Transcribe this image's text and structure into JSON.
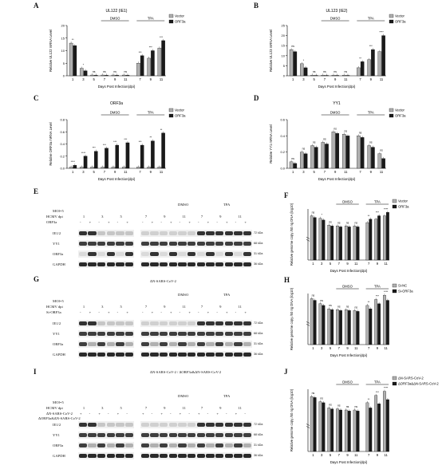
{
  "panels": {
    "A": {
      "letter": "A",
      "title": "UL122 (IE1)",
      "ylabel": "Relative UL122 mRNA Level",
      "xlabel": "Days Post Infection(dpi)",
      "legend": [
        "Vector",
        "ORF3a"
      ],
      "groups": [
        "DMSO",
        "TPA"
      ],
      "sig": [
        "**",
        "*",
        "ns",
        "ns",
        "ns",
        "ns",
        "***",
        "***",
        "***"
      ],
      "chart_data": {
        "type": "bar",
        "categories": [
          "1",
          "3",
          "5",
          "7",
          "9",
          "11",
          "7",
          "9",
          "11"
        ],
        "series": [
          {
            "name": "Vector",
            "values": [
              13,
              3,
              0.3,
              0.3,
              0.3,
              0.3,
              5,
              7,
              11
            ]
          },
          {
            "name": "ORF3a",
            "values": [
              12,
              2,
              0.2,
              0.2,
              0.2,
              0.2,
              8,
              10,
              14
            ]
          }
        ],
        "ylim": [
          0,
          20
        ],
        "yticks": [
          "0",
          "5",
          "10",
          "15",
          "20"
        ]
      }
    },
    "B": {
      "letter": "B",
      "title": "UL123 (IE2)",
      "ylabel": "Relative UL123 mRNA Level",
      "xlabel": "Days Post Infection(dpi)",
      "legend": [
        "Vector",
        "ORF3a"
      ],
      "groups": [
        "DMSO",
        "TPA"
      ],
      "sig": [
        "ns",
        "*",
        "ns",
        "ns",
        "ns",
        "ns",
        "**",
        "***",
        "****"
      ],
      "chart_data": {
        "type": "bar",
        "categories": [
          "1",
          "3",
          "5",
          "7",
          "9",
          "11",
          "7",
          "9",
          "11"
        ],
        "series": [
          {
            "name": "Vector",
            "values": [
              13,
              6,
              0.3,
              0.3,
              0.3,
              0.3,
              4,
              8,
              12
            ]
          },
          {
            "name": "ORF3a",
            "values": [
              12,
              4,
              0.2,
              0.2,
              0.2,
              0.2,
              7,
              13,
              20
            ]
          }
        ],
        "ylim": [
          0,
          25
        ],
        "yticks": [
          "0",
          "5",
          "10",
          "15",
          "20",
          "25"
        ]
      }
    },
    "C": {
      "letter": "C",
      "title": "ORF3a",
      "ylabel": "Relative ORF3a mRNA Level",
      "xlabel": "Days Post Infection(dpi)",
      "legend": [
        "Vector",
        "ORF3a"
      ],
      "groups": [
        "DMSO",
        "TPA"
      ],
      "sig": [
        "****",
        "****",
        "***",
        "***",
        "***",
        "***",
        "***",
        "**",
        "**"
      ],
      "chart_data": {
        "type": "bar",
        "categories": [
          "1",
          "3",
          "5",
          "7",
          "9",
          "11",
          "7",
          "9",
          "11"
        ],
        "series": [
          {
            "name": "Vector",
            "values": [
              0.02,
              0.02,
              0.02,
              0.02,
              0.02,
              0.02,
              0.02,
              0.02,
              0.02
            ]
          },
          {
            "name": "ORF3a",
            "values": [
              0.05,
              0.2,
              0.28,
              0.33,
              0.38,
              0.42,
              0.38,
              0.45,
              0.58
            ]
          }
        ],
        "ylim": [
          0,
          0.8
        ],
        "yticks": [
          "0.0",
          "0.2",
          "0.4",
          "0.6",
          "0.8"
        ]
      }
    },
    "D": {
      "letter": "D",
      "title": "YY1",
      "ylabel": "Relative YY1 mRNA Level",
      "xlabel": "Days Post Infection(dpi)",
      "legend": [
        "Vector",
        "ORF3a"
      ],
      "groups": [
        "DMSO",
        "TPA"
      ],
      "sig": [
        "ns",
        "ns",
        "ns",
        "ns",
        "ns",
        "ns",
        "ns",
        "ns",
        "ns"
      ],
      "chart_data": {
        "type": "bar",
        "categories": [
          "1",
          "3",
          "5",
          "7",
          "9",
          "11",
          "7",
          "9",
          "11"
        ],
        "series": [
          {
            "name": "Vector",
            "values": [
              0.08,
              0.2,
              0.28,
              0.32,
              0.45,
              0.42,
              0.4,
              0.28,
              0.18
            ]
          },
          {
            "name": "ORF3a",
            "values": [
              0.06,
              0.18,
              0.26,
              0.3,
              0.43,
              0.4,
              0.38,
              0.26,
              0.12
            ]
          }
        ],
        "ylim": [
          0,
          0.6
        ],
        "yticks": [
          "0.0",
          "0.2",
          "0.4",
          "0.6"
        ]
      }
    },
    "F": {
      "letter": "F",
      "ylabel": "Relative genome copy /50 ng DNA (log10)",
      "xlabel": "Days Post Infection(dpi)",
      "legend": [
        "Vector",
        "ORF3a"
      ],
      "groups": [
        "DMSO",
        "TPA"
      ],
      "sig": [
        "ns",
        "*",
        "ns",
        "ns",
        "ns",
        "ns",
        "**",
        "***",
        "****"
      ],
      "chart_data": {
        "type": "bar",
        "categories": [
          "1",
          "3",
          "5",
          "7",
          "9",
          "11",
          "7",
          "9",
          "11"
        ],
        "series": [
          {
            "name": "Vector",
            "values": [
              5.2,
              4.9,
              4.1,
              4.0,
              4.0,
              4.0,
              4.4,
              4.8,
              5.2
            ]
          },
          {
            "name": "ORF3a",
            "values": [
              5.0,
              4.7,
              4.0,
              3.9,
              3.9,
              3.9,
              4.8,
              5.2,
              5.6
            ]
          }
        ],
        "ylim": [
          0,
          6
        ]
      }
    },
    "H": {
      "letter": "H",
      "ylabel": "Relative genome copy /50 ng DNA (log10)",
      "xlabel": "Days Post Infection(dpi)",
      "legend": [
        "Si-NC",
        "Si-ORF3a"
      ],
      "groups": [
        "DMSO",
        "TPA"
      ],
      "sig": [
        "ns",
        "ns",
        "ns",
        "ns",
        "ns",
        "ns",
        "**",
        "***",
        "****"
      ],
      "chart_data": {
        "type": "bar",
        "categories": [
          "1",
          "3",
          "5",
          "7",
          "9",
          "11",
          "7",
          "9",
          "11"
        ],
        "series": [
          {
            "name": "Si-NC",
            "values": [
              5.4,
              4.8,
              4.2,
              4.1,
              4.1,
              4.0,
              4.6,
              5.3,
              5.8
            ]
          },
          {
            "name": "Si-ORF3a",
            "values": [
              5.2,
              4.6,
              4.1,
              4.0,
              4.0,
              3.9,
              4.2,
              4.8,
              5.2
            ]
          }
        ],
        "ylim": [
          0,
          6
        ]
      }
    },
    "J": {
      "letter": "J",
      "ylabel": "Relative genome copy /50 ng DNA (log10)",
      "xlabel": "Days Post Infection(dpi)",
      "legend": [
        "ΔN-SARS-CoV-2",
        "ΔORF3a&ΔN-SARS-CoV-2"
      ],
      "groups": [
        "DMSO",
        "TPA"
      ],
      "sig": [
        "ns",
        "ns",
        "ns",
        "ns",
        "ns",
        "ns",
        "**",
        "***",
        "****"
      ],
      "chart_data": {
        "type": "bar",
        "categories": [
          "1",
          "3",
          "5",
          "7",
          "9",
          "11",
          "7",
          "9",
          "11"
        ],
        "series": [
          {
            "name": "ΔN-SARS-CoV-2",
            "values": [
              5.3,
              4.8,
              4.2,
              4.1,
              4.0,
              4.0,
              4.7,
              5.4,
              5.8
            ]
          },
          {
            "name": "ΔORF3a&ΔN-SARS-CoV-2",
            "values": [
              5.2,
              4.7,
              4.1,
              4.0,
              3.9,
              3.9,
              4.2,
              4.6,
              5.0
            ]
          }
        ],
        "ylim": [
          0,
          6
        ]
      }
    }
  },
  "blots": {
    "E": {
      "letter": "E",
      "moi": "MOI=5",
      "dpi_label": "HCMV dpi",
      "treat_label": "ORF3a",
      "top_label": "",
      "dmso": "DMSO",
      "tpa": "TPA",
      "days": [
        "1",
        "3",
        "5",
        "7",
        "9",
        "11",
        "7",
        "9",
        "11"
      ],
      "signs": [
        "-",
        "+",
        "-",
        "+",
        "-",
        "+",
        "-",
        "+",
        "-",
        "+",
        "-",
        "+",
        "-",
        "+",
        "-",
        "+",
        "-",
        "+"
      ],
      "rows": [
        "IE1/2",
        "YY1",
        "ORF3a",
        "GAPDH"
      ],
      "kda": [
        "72 kDa",
        "68 kDa",
        "31 kDa",
        "36 kDa"
      ]
    },
    "G": {
      "letter": "G",
      "moi": "MOI=5",
      "dpi_label": "HCMV dpi",
      "treat_label": "Si-ORF3a",
      "top_label": "ΔN-SARS-CoV-2",
      "dmso": "DMSO",
      "tpa": "TPA",
      "days": [
        "1",
        "3",
        "5",
        "7",
        "9",
        "11",
        "7",
        "9",
        "11"
      ],
      "signs": [
        "-",
        "+",
        "-",
        "+",
        "-",
        "+",
        "-",
        "+",
        "-",
        "+",
        "-",
        "+",
        "-",
        "+",
        "-",
        "+",
        "-",
        "+"
      ],
      "rows": [
        "IE1/2",
        "YY1",
        "ORF3a",
        "GAPDH"
      ],
      "kda": [
        "72 kDa",
        "68 kDa",
        "31 kDa",
        "36 kDa"
      ]
    },
    "I": {
      "letter": "I",
      "moi": "MOI=5",
      "dpi_label": "HCMV dpi",
      "treat_label": "ΔN-SARS-CoV-2",
      "treat_label2": "ΔORF3a&ΔN-SARS-CoV-2",
      "top_label": "ΔN-SARS-CoV-2 / ΔORF3a&ΔN-SARS-CoV-2",
      "dmso": "DMSO",
      "tpa": "TPA",
      "days": [
        "1",
        "3",
        "5",
        "7",
        "9",
        "11",
        "7",
        "9",
        "11"
      ],
      "signs": [
        "+",
        "-",
        "+",
        "-",
        "+",
        "-",
        "+",
        "-",
        "+",
        "-",
        "+",
        "-",
        "+",
        "-",
        "+",
        "-",
        "+",
        "-"
      ],
      "rows": [
        "IE1/2",
        "YY1",
        "ORF3a",
        "GAPDH"
      ],
      "kda": [
        "72 kDa",
        "68 kDa",
        "31 kDa",
        "36 kDa"
      ]
    }
  },
  "colors": {
    "vector": "#b0b0b0",
    "treat": "#1a1a1a",
    "band": "#2a2a2a"
  }
}
